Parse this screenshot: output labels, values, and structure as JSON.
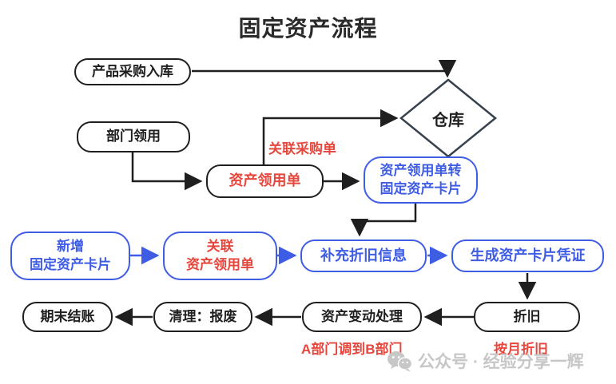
{
  "title": "固定资产流程",
  "colors": {
    "ink": "#1f1f1f",
    "blue": "#3f5ce5",
    "red": "#e5473d",
    "diamond": "#38424e",
    "watermark": "#c7c7c7"
  },
  "nodes": {
    "purchase_inbound": {
      "label": "产品采购入库"
    },
    "warehouse": {
      "label": "仓库"
    },
    "dept_requisition": {
      "label": "部门领用"
    },
    "asset_requisition": {
      "label": "资产领用单"
    },
    "requisition_to_card": {
      "line1": "资产领用单转",
      "line2": "固定资产卡片"
    },
    "new_asset_card": {
      "line1": "新增",
      "line2": "固定资产卡片"
    },
    "link_requisition": {
      "line1": "关联",
      "line2": "资产领用单"
    },
    "depreciation_info": {
      "label": "补充折旧信息"
    },
    "generate_voucher": {
      "label": "生成资产卡片凭证"
    },
    "period_end_closing": {
      "label": "期末结账"
    },
    "cleanup_scrap": {
      "label": "清理：报废"
    },
    "asset_change": {
      "label": "资产变动处理"
    },
    "depreciation": {
      "label": "折旧"
    }
  },
  "annotations": {
    "link_purchase_order": "关联采购单",
    "dept_transfer": "A部门调到B部门",
    "monthly_depreciation": "按月折旧"
  },
  "watermark": {
    "text": "公众号 · 经验分享一辉"
  }
}
